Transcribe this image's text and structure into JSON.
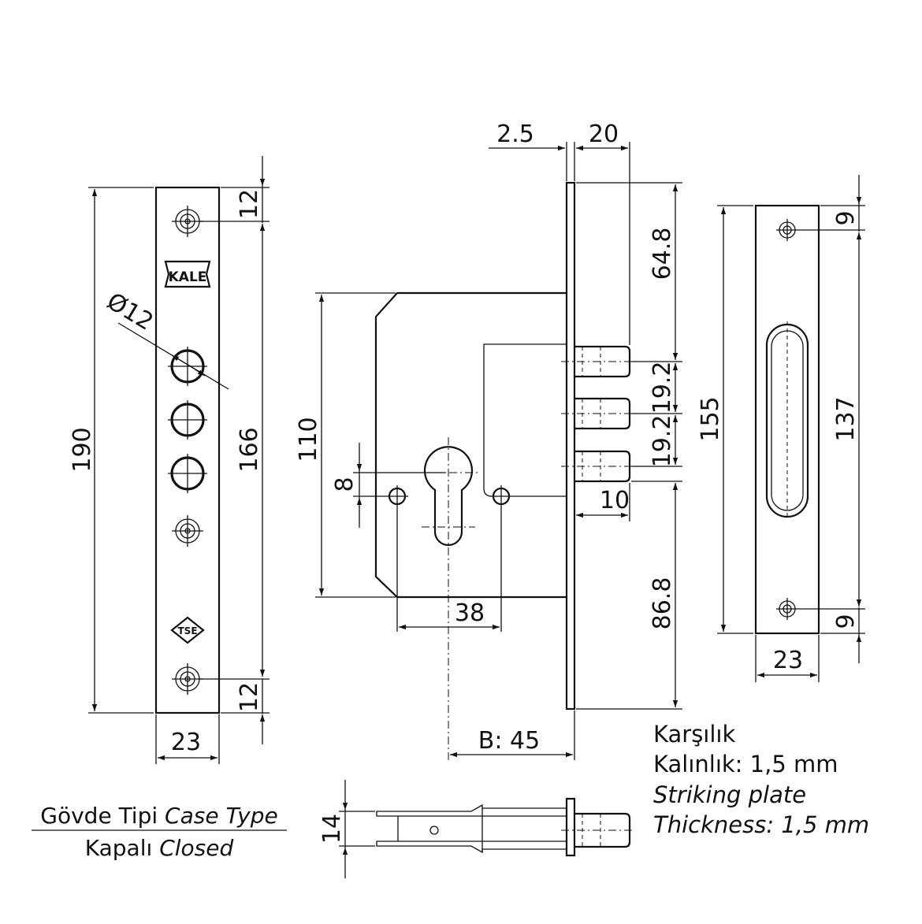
{
  "front_view": {
    "height": "190",
    "screw_offset_top": "12",
    "screw_offset_bottom": "12",
    "screw_span": "166",
    "width": "23",
    "hole_diameter": "Ø12",
    "brand_logo": "KALE",
    "cert_logo": "TSE"
  },
  "side_view": {
    "faceplate_thickness": "2.5",
    "bolt_throw": "20",
    "top_to_bolt": "64.8",
    "bolt_pitch_1": "19.2",
    "bolt_pitch_2": "19.2",
    "bolt_diameter": "10",
    "bottom_to_bolt": "86.8",
    "case_height": "110",
    "spindle_offset": "8",
    "hole_spacing": "38",
    "backset": "B: 45"
  },
  "strike_plate": {
    "height": "155",
    "screw_span": "137",
    "screw_offset_top": "9",
    "screw_offset_bottom": "9",
    "width": "23"
  },
  "bottom_view": {
    "thickness": "14"
  },
  "case_type": {
    "line1_tr": "Gövde Tipi",
    "line1_en": "Case Type",
    "line2_tr": "Kapalı",
    "line2_en": "Closed"
  },
  "striking_plate_note": {
    "line1": "Karşılık",
    "line2": "Kalınlık: 1,5 mm",
    "line3": "Striking plate",
    "line4": "Thickness: 1,5 mm"
  }
}
